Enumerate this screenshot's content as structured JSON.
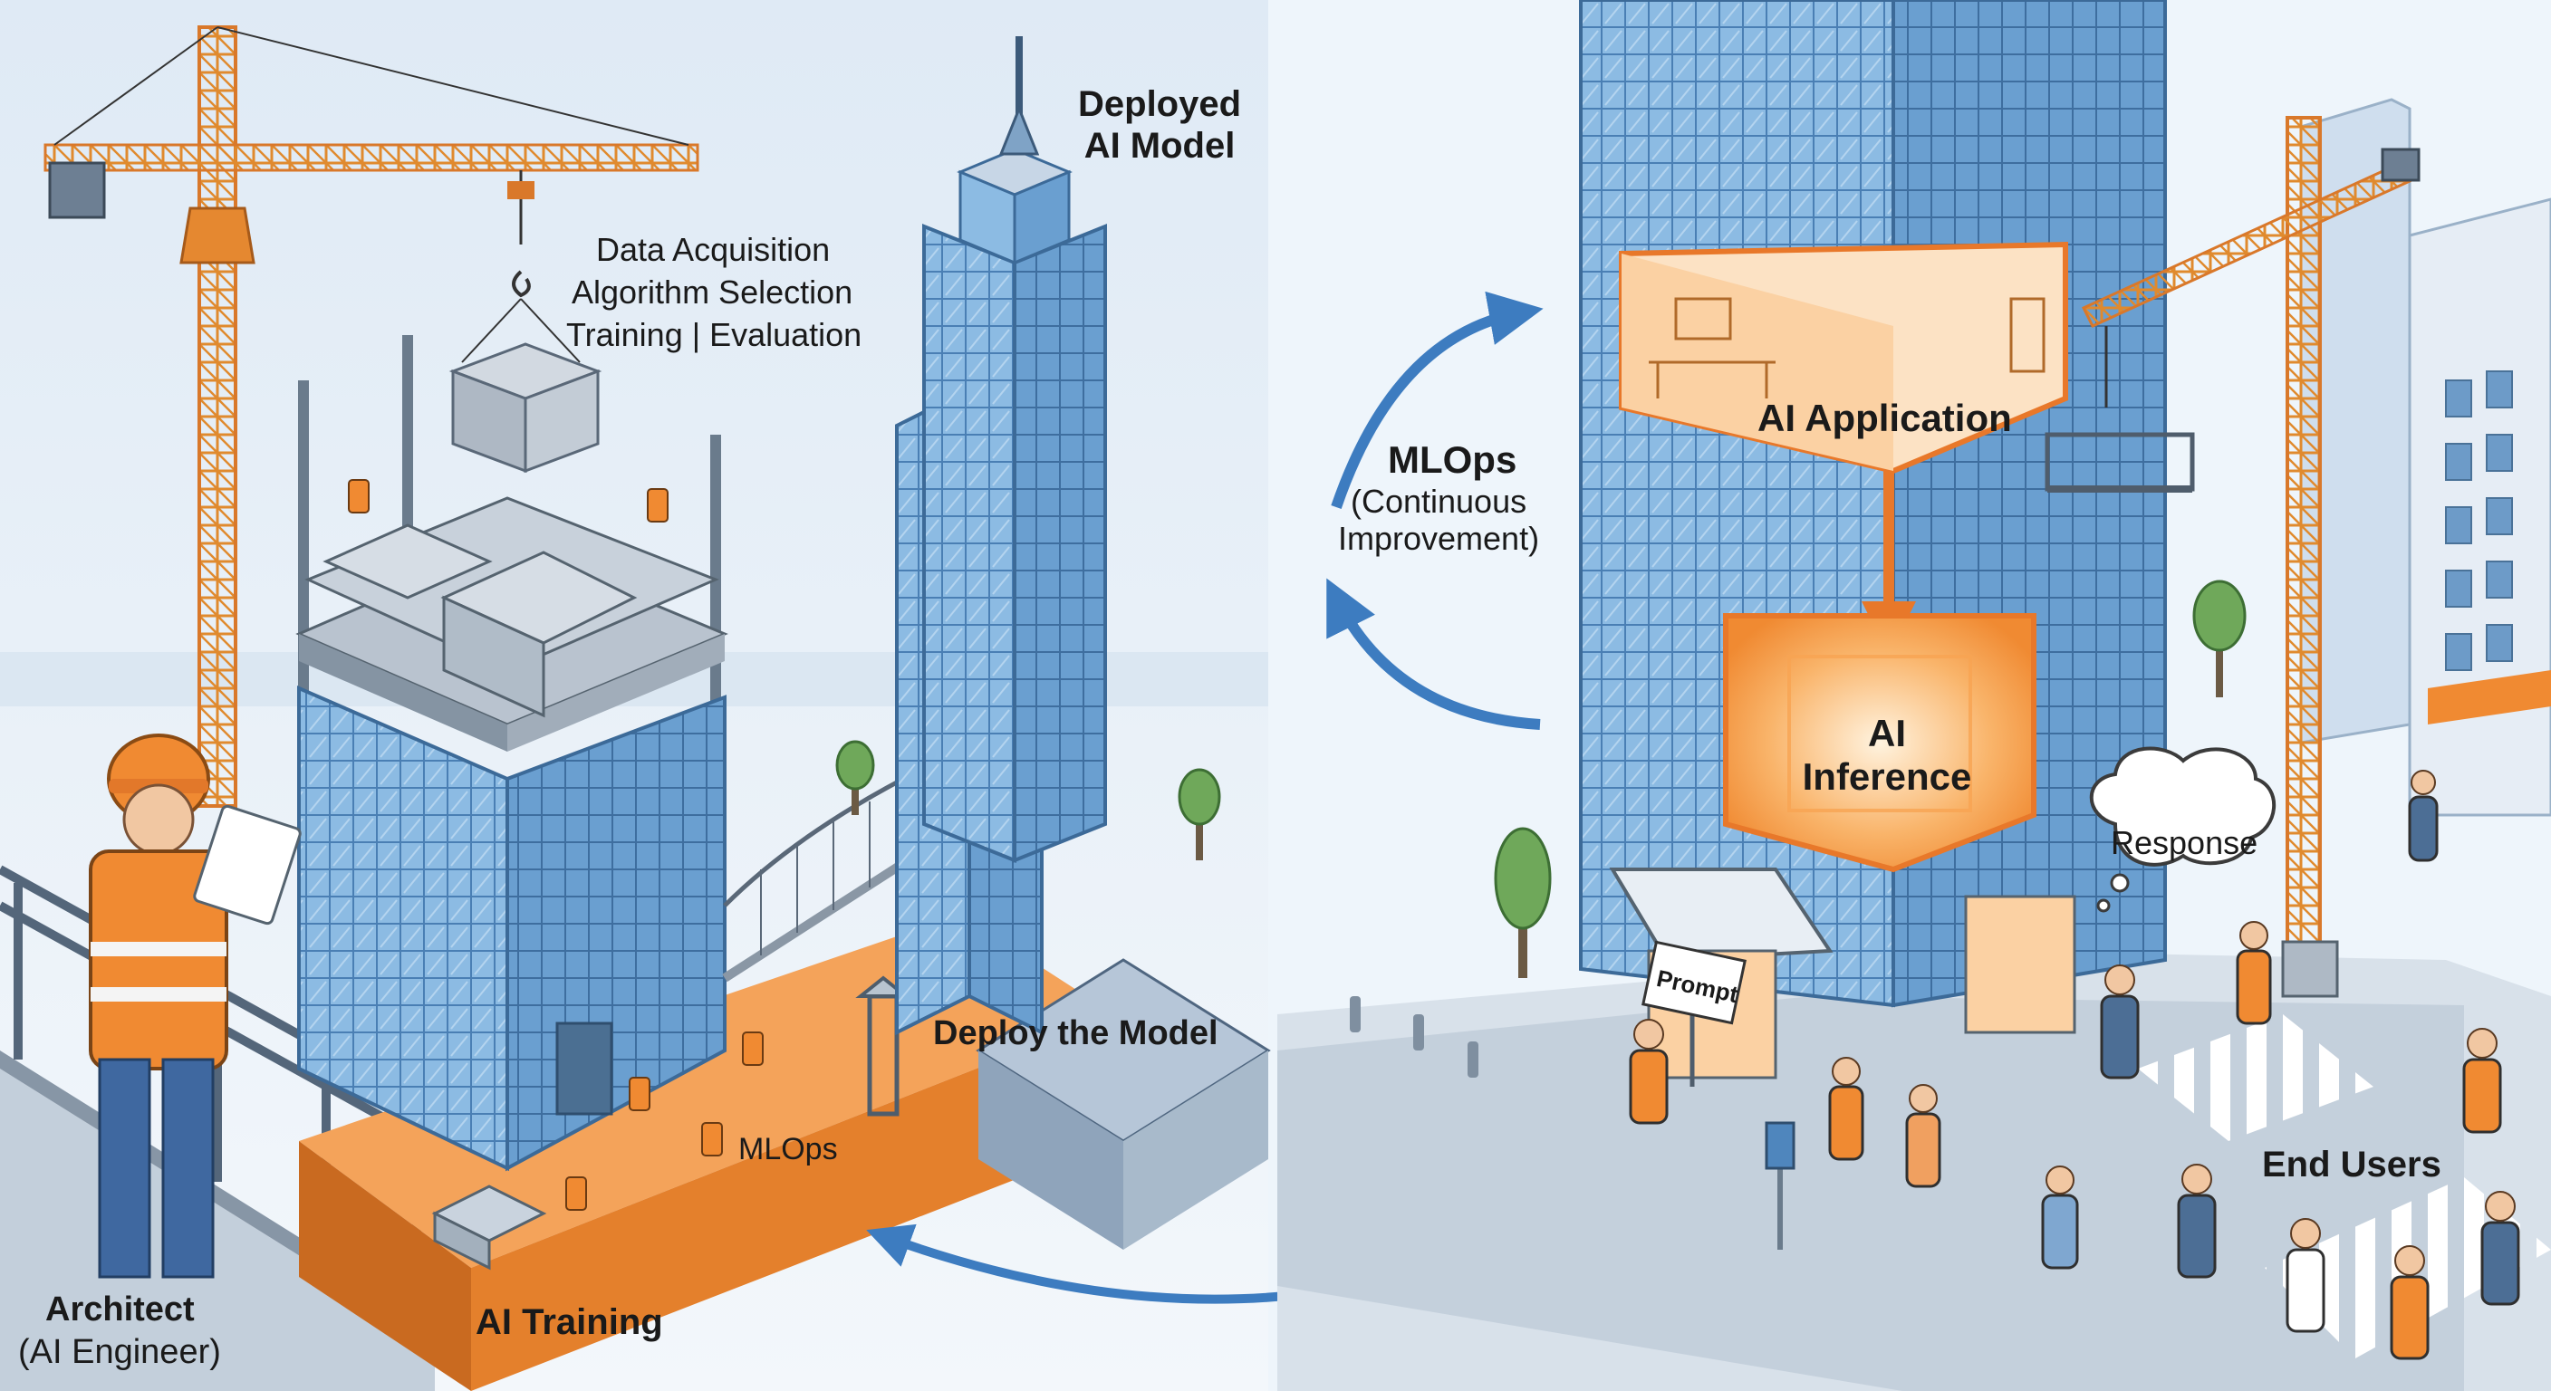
{
  "labels": {
    "deployed_model": "Deployed\nAI Model",
    "data_acquisition": "Data Acquisition",
    "algorithm_selection": "Algorithm Selection",
    "training_evaluation": "Training | Evaluation",
    "deploy_the_model": "Deploy the Model",
    "mlops_small": "MLOps",
    "ai_training": "AI Training",
    "architect": "Architect",
    "architect_role": "(AI Engineer)",
    "mlops_title": "MLOps",
    "mlops_sub": "(Continuous\nImprovement)",
    "ai_application": "AI Application",
    "ai_inference": "AI\nInference",
    "response": "Response",
    "prompt": "Prompt",
    "end_users": "End Users"
  },
  "colors": {
    "sky": "#e8f1f9",
    "glass_blue": "#7fb0dc",
    "glass_dark": "#4f86bd",
    "orange": "#f08a32",
    "orange_light": "#fbd1a3",
    "crane_orange": "#ea8a30",
    "arrow_blue": "#3d7cc0",
    "pavement": "#cfd9e4"
  },
  "icons": {
    "crane": "tower-crane-icon",
    "worker": "construction-worker-icon",
    "tree": "tree-icon",
    "speech_bubble": "speech-bubble-icon"
  }
}
